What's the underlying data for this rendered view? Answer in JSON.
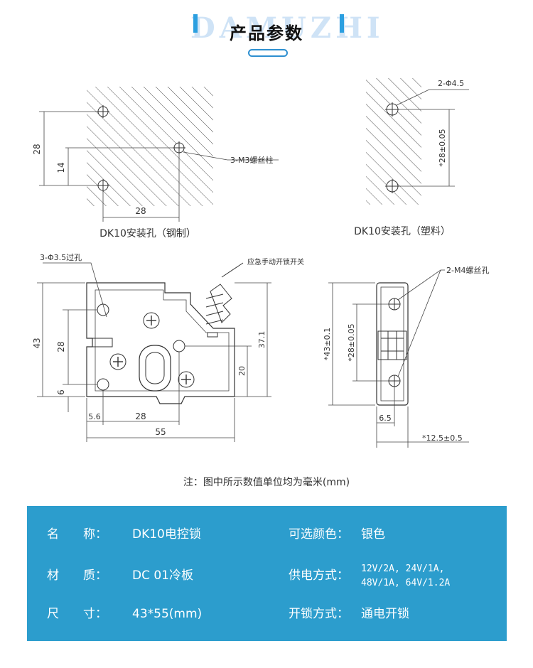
{
  "header": {
    "watermark": "DAMUZHI",
    "title": "产品参数"
  },
  "drawing": {
    "steel_caption": "DK10安装孔（钢制）",
    "plastic_caption": "DK10安装孔（塑料）",
    "labels": {
      "dim_28_left": "28",
      "dim_14": "14",
      "dim_28_bottom": "28",
      "m3_posts": "3-M3螺丝柱",
      "phi45": "2-Φ4.5",
      "star_28_005": "*28±0.05",
      "phi35": "3-Φ3.5过孔",
      "manual_switch": "应急手动开锁开关",
      "m4_holes": "2-M4螺丝孔",
      "dim_43": "43",
      "dim_28_front": "28",
      "dim_6": "6",
      "dim_56": "5.6",
      "dim_28_front_bottom": "28",
      "dim_55": "55",
      "dim_371": "37.1",
      "dim_20": "20",
      "star_43_01": "*43±0.1",
      "star_28_005_side": "*28±0.05",
      "dim_65": "6.5",
      "star_125_05": "*12.5±0.5"
    }
  },
  "note": "注：图中所示数值单位均为毫米(mm)",
  "specs": [
    {
      "label": "名　　称：",
      "value": "DK10电控锁"
    },
    {
      "label": "材　　质：",
      "value": "DC 01冷板"
    },
    {
      "label": "尺　　寸：",
      "value": "43*55(mm)"
    },
    {
      "label": "可选颜色：",
      "value": "银色"
    },
    {
      "label": "供电方式：",
      "value_line1": "12V/2A, 24V/1A,",
      "value_line2": "48V/1A, 64V/1.2A"
    },
    {
      "label": "开锁方式：",
      "value": "通电开锁"
    }
  ],
  "colors": {
    "accent": "#2c9dcd",
    "watermark": "#cfe3f6"
  }
}
